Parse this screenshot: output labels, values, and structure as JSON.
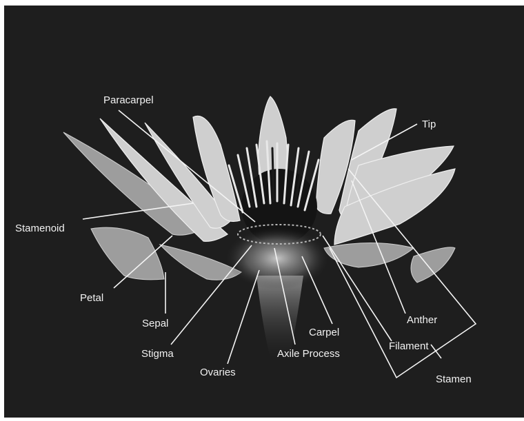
{
  "labels": {
    "paracarpel": "Paracarpel",
    "tip": "Tip",
    "stamenoid": "Stamenoid",
    "petal": "Petal",
    "sepal": "Sepal",
    "stigma": "Stigma",
    "ovaries": "Ovaries",
    "carpel": "Carpel",
    "axile_process": "Axile Process",
    "anther": "Anther",
    "filament": "Filament",
    "stamen": "Stamen"
  },
  "colors": {
    "background": "#1e1e1e",
    "frame": "#ffffff",
    "label_text": "#f2f2f2",
    "leader_lines": "#f4f4f4",
    "petal": "#cfcfcf"
  }
}
